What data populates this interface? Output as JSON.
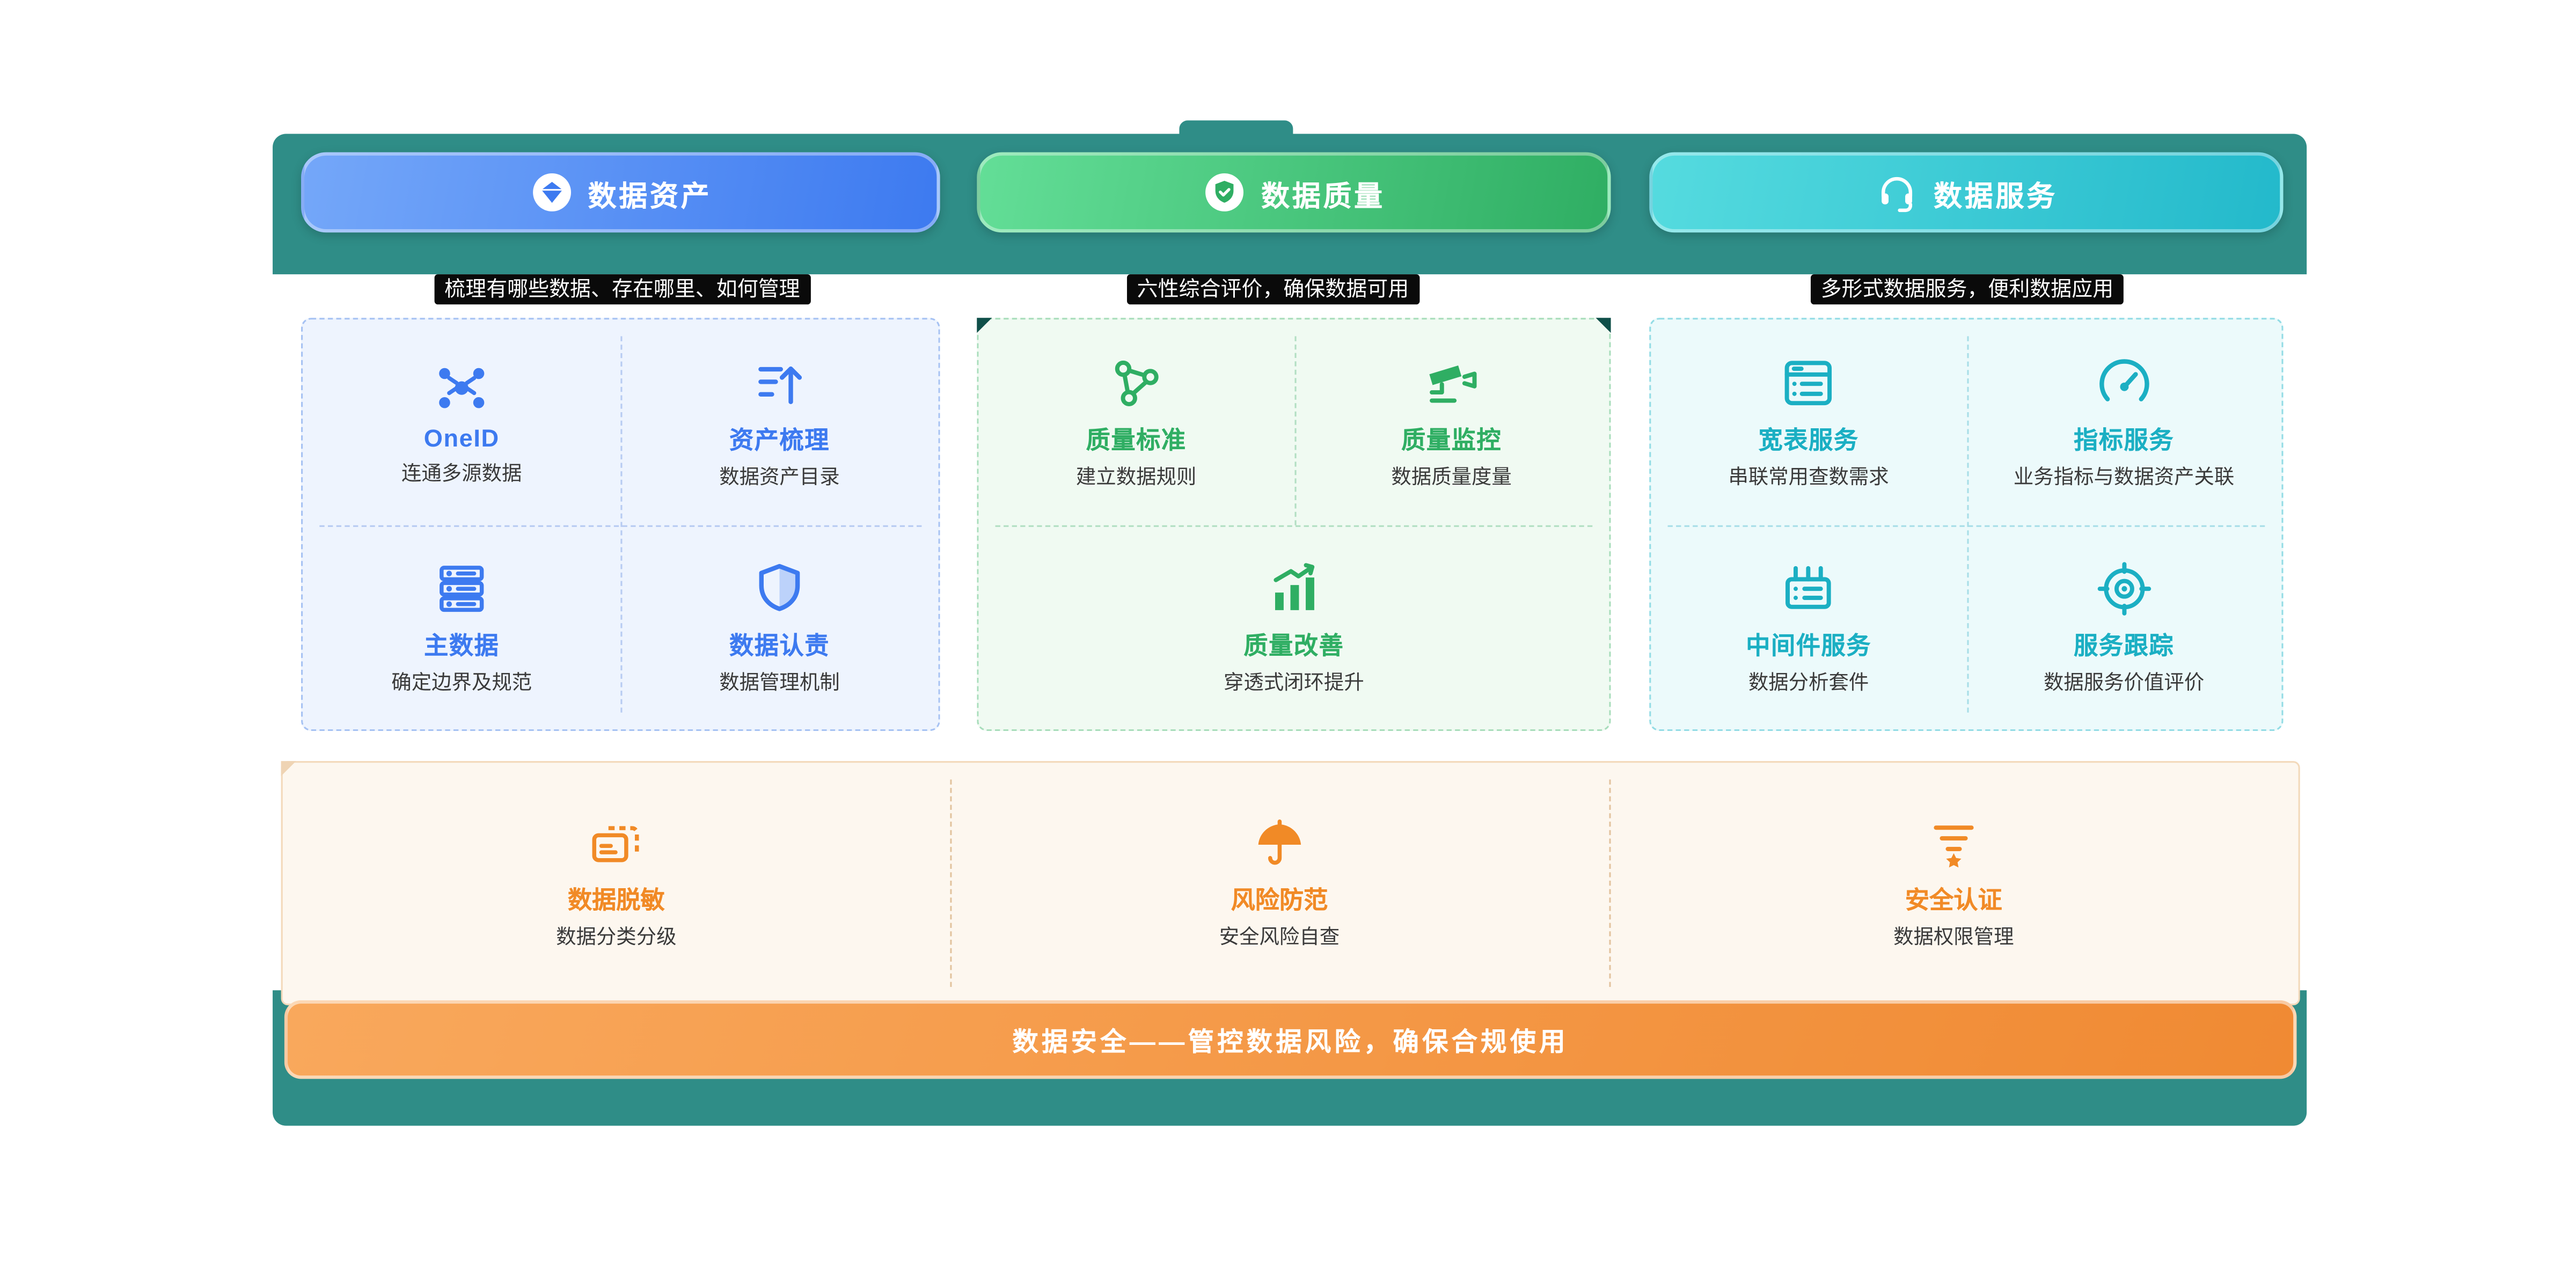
{
  "colors": {
    "teal": "#2F8D87",
    "blue": "#3D7AF0",
    "blue-light": "#74A7F9",
    "green": "#2FAE63",
    "green-light": "#63DE97",
    "cyan": "#1BAFC3",
    "cyan-light": "#55DBDF",
    "cyan-deep": "#23B9CB",
    "orange": "#F18A26",
    "orange-light": "#F9A85C",
    "panel-blue-bg": "#EEF4FE",
    "panel-green-bg": "#F0FAF2",
    "panel-cyan-bg": "#ECFAFB",
    "panel-orange-bg": "#FDF7EF",
    "text-dark": "#3A3A3A"
  },
  "headers": [
    {
      "label": "数据资产",
      "icon": "gem-badge-icon"
    },
    {
      "label": "数据质量",
      "icon": "shield-check-badge-icon"
    },
    {
      "label": "数据服务",
      "icon": "headset-icon"
    }
  ],
  "taglines": [
    "梳理有哪些数据、存在哪里、如何管理",
    "六性综合评价，确保数据可用",
    "多形式数据服务，便利数据应用"
  ],
  "panels": {
    "assets": {
      "items": [
        {
          "title": "OneID",
          "subtitle": "连通多源数据",
          "icon": "share-nodes-icon"
        },
        {
          "title": "资产梳理",
          "subtitle": "数据资产目录",
          "icon": "sort-arrow-up-icon"
        },
        {
          "title": "主数据",
          "subtitle": "确定边界及规范",
          "icon": "server-stack-icon"
        },
        {
          "title": "数据认责",
          "subtitle": "数据管理机制",
          "icon": "shield-icon"
        }
      ]
    },
    "quality": {
      "items": [
        {
          "title": "质量标准",
          "subtitle": "建立数据规则",
          "icon": "rule-nodes-icon"
        },
        {
          "title": "质量监控",
          "subtitle": "数据质量度量",
          "icon": "cctv-camera-icon"
        },
        {
          "title": "质量改善",
          "subtitle": "穿透式闭环提升",
          "icon": "chart-rise-icon"
        }
      ]
    },
    "services": {
      "items": [
        {
          "title": "宽表服务",
          "subtitle": "串联常用查数需求",
          "icon": "wide-table-icon"
        },
        {
          "title": "指标服务",
          "subtitle": "业务指标与数据资产关联",
          "icon": "gauge-icon"
        },
        {
          "title": "中间件服务",
          "subtitle": "数据分析套件",
          "icon": "middleware-icon"
        },
        {
          "title": "服务跟踪",
          "subtitle": "数据服务价值评价",
          "icon": "target-icon"
        }
      ]
    },
    "security": {
      "items": [
        {
          "title": "数据脱敏",
          "subtitle": "数据分类分级",
          "icon": "masked-card-icon"
        },
        {
          "title": "风险防范",
          "subtitle": "安全风险自查",
          "icon": "umbrella-icon"
        },
        {
          "title": "安全认证",
          "subtitle": "数据权限管理",
          "icon": "filter-star-icon"
        }
      ]
    }
  },
  "security_banner": "数据安全——管控数据风险，确保合规使用"
}
